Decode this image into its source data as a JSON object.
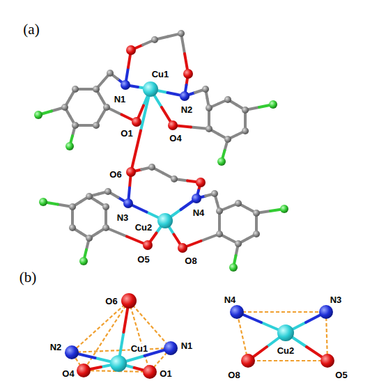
{
  "diagram": {
    "labels": [
      "(a)",
      "Cu1",
      "N1",
      "N2",
      "O1",
      "O4",
      "O6",
      "N3",
      "N4",
      "Cu2",
      "O5",
      "O8",
      "(b)",
      "O6",
      "N2",
      "Cu1",
      "N1",
      "O4",
      "O1",
      "N4",
      "N3",
      "Cu2",
      "O8",
      "O5"
    ]
  }
}
